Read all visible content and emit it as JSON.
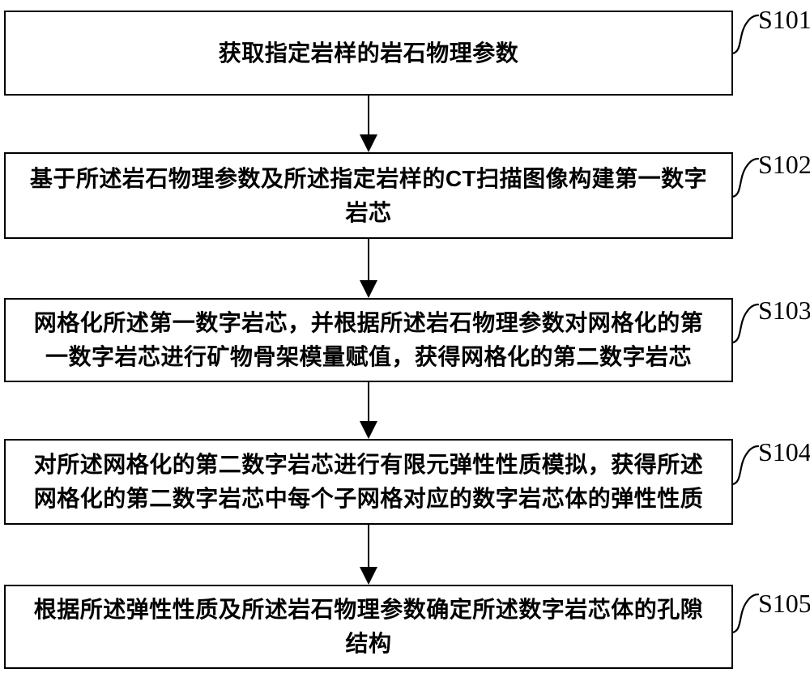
{
  "flowchart": {
    "type": "vertical-flow",
    "language": "zh-CN",
    "colors": {
      "background": "#ffffff",
      "box_fill": "#ffffff",
      "box_border": "#000000",
      "text": "#000000",
      "arrow": "#000000"
    },
    "steps": [
      {
        "label": "S101",
        "text": "获取指定岩样的岩石物理参数"
      },
      {
        "label": "S102",
        "text": "基于所述岩石物理参数及所述指定岩样的CT扫描图像构建第一数字\n岩芯"
      },
      {
        "label": "S103",
        "text": "网格化所述第一数字岩芯，并根据所述岩石物理参数对网格化的第\n一数字岩芯进行矿物骨架模量赋值，获得网格化的第二数字岩芯"
      },
      {
        "label": "S104",
        "text": "对所述网格化的第二数字岩芯进行有限元弹性性质模拟，获得所述\n网格化的第二数字岩芯中每个子网格对应的数字岩芯体的弹性性质"
      },
      {
        "label": "S105",
        "text": "根据所述弹性性质及所述岩石物理参数确定所述数字岩芯体的孔隙\n结构"
      }
    ]
  }
}
